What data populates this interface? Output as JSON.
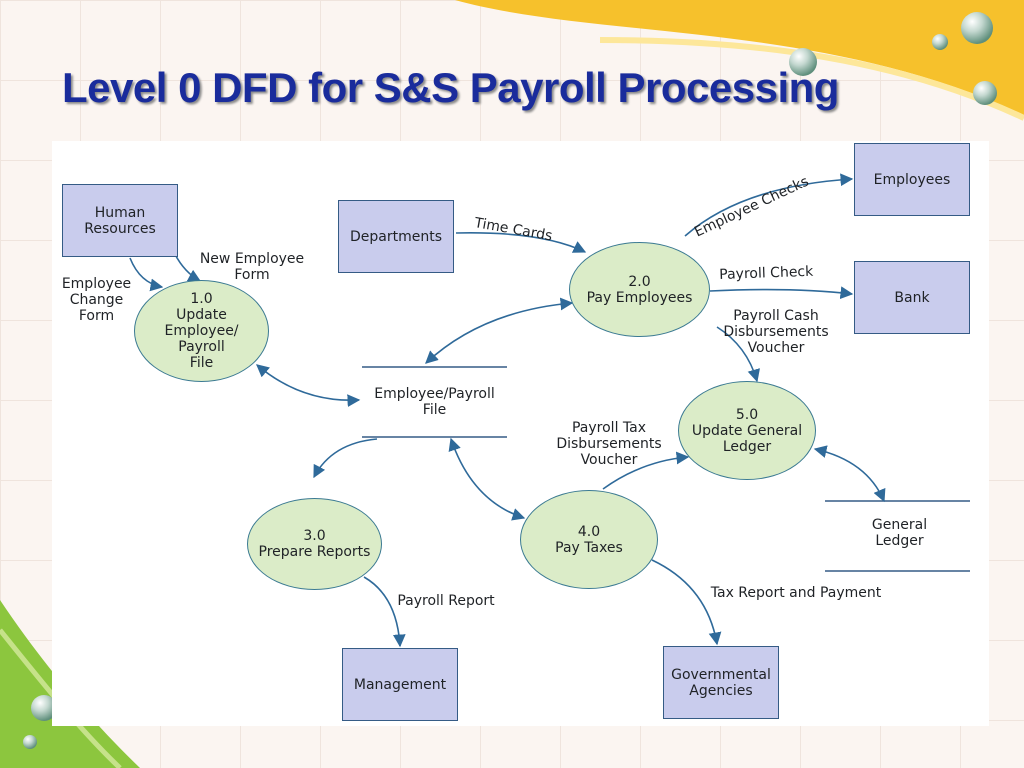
{
  "slide": {
    "title": "Level 0 DFD for S&S Payroll Processing"
  },
  "diagram": {
    "entities": {
      "human_resources": "Human\nResources",
      "departments": "Departments",
      "employees": "Employees",
      "bank": "Bank",
      "management": "Management",
      "governmental_agencies": "Governmental\nAgencies"
    },
    "processes": {
      "p1": "1.0\nUpdate\nEmployee/\nPayroll\nFile",
      "p2": "2.0\nPay Employees",
      "p3": "3.0\nPrepare Reports",
      "p4": "4.0\nPay Taxes",
      "p5": "5.0\nUpdate General\nLedger"
    },
    "data_stores": {
      "employee_payroll_file": "Employee/Payroll\nFile",
      "general_ledger": "General\nLedger"
    },
    "flows": {
      "new_employee_form": "New Employee\nForm",
      "employee_change_form": "Employee\nChange\nForm",
      "time_cards": "Time Cards",
      "employee_checks": "Employee Checks",
      "payroll_check": "Payroll Check",
      "payroll_cash_voucher": "Payroll Cash\nDisbursements\nVoucher",
      "payroll_tax_voucher": "Payroll Tax\nDisbursements\nVoucher",
      "payroll_report": "Payroll Report",
      "tax_report_payment": "Tax Report and Payment"
    }
  },
  "colors": {
    "title": "#1a2c9c",
    "entity_fill": "#c9cced",
    "process_fill": "#dbecc8",
    "arrow": "#2f6a9a",
    "accent_yellow": "#f6c12c",
    "accent_green": "#8cc63e"
  }
}
